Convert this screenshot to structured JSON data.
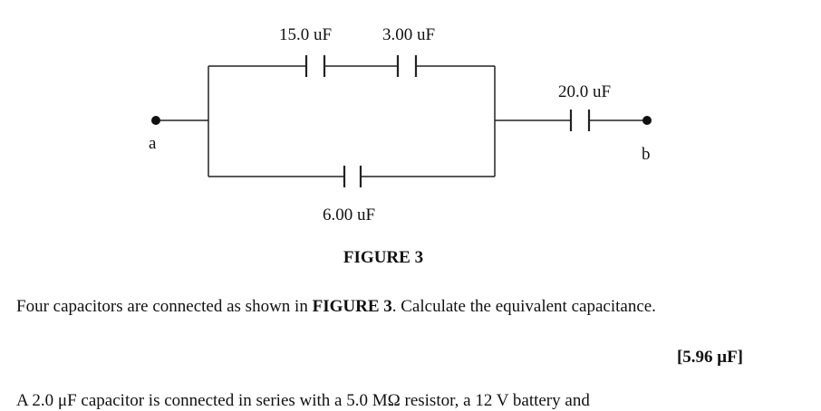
{
  "figure": {
    "caption": "FIGURE 3",
    "capacitors": [
      {
        "id": "c1",
        "label": "15.0 uF"
      },
      {
        "id": "c2",
        "label": "3.00 uF"
      },
      {
        "id": "c3",
        "label": "6.00 uF"
      },
      {
        "id": "c4",
        "label": "20.0 uF"
      }
    ],
    "terminals": {
      "a": "a",
      "b": "b"
    }
  },
  "question": {
    "text_before": "Four capacitors are connected as shown in ",
    "ref": "FIGURE 3",
    "text_after": ". Calculate the equivalent capacitance.",
    "answer": "[5.96 μF]"
  },
  "next_question_partial": "A 2.0 μF capacitor is connected in series with a 5.0 MΩ resistor, a 12 V battery and"
}
